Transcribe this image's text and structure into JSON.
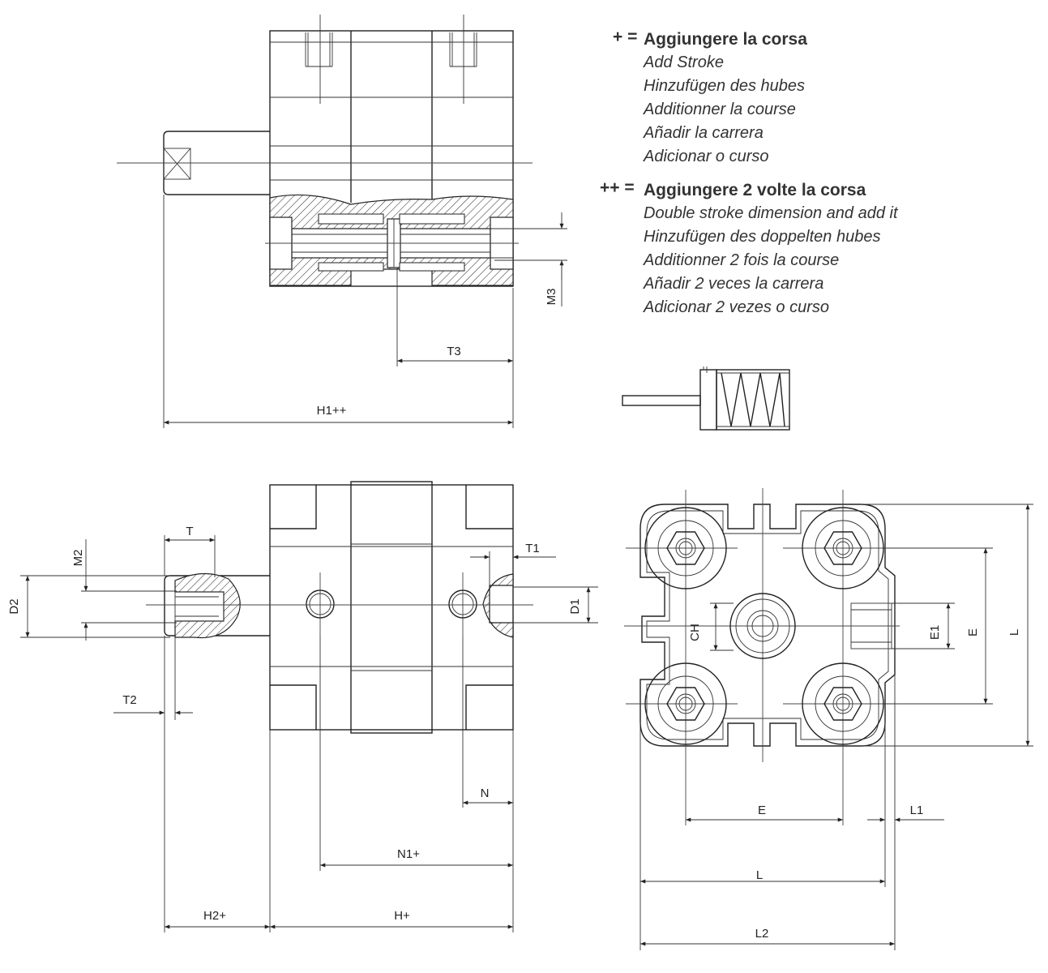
{
  "legend": {
    "single": {
      "symbol": "+ =",
      "lead": "Aggiungere la corsa",
      "translations": [
        "Add Stroke",
        "Hinzufügen des hubes",
        "Additionner la course",
        "Añadir la carrera",
        "Adicionar o curso"
      ]
    },
    "double": {
      "symbol": "++ =",
      "lead": "Aggiungere 2 volte la corsa",
      "translations": [
        "Double stroke dimension and add it",
        "Hinzufügen des doppelten hubes",
        "Additionner 2 fois la course",
        "Añadir 2 veces la carrera",
        "Adicionar 2 vezes o curso"
      ]
    }
  },
  "dimensions": {
    "m3": "M3",
    "t3": "T3",
    "h1": "H1++",
    "t": "T",
    "m2": "M2",
    "d2": "D2",
    "t2": "T2",
    "t1": "T1",
    "d1": "D1",
    "n": "N",
    "n1": "N1+",
    "h2": "H2+",
    "h": "H+",
    "ch": "CH",
    "e1": "E1",
    "e_right": "E",
    "l_right": "L",
    "e_bottom": "E",
    "l1": "L1",
    "l_bottom": "L",
    "l2": "L2"
  }
}
